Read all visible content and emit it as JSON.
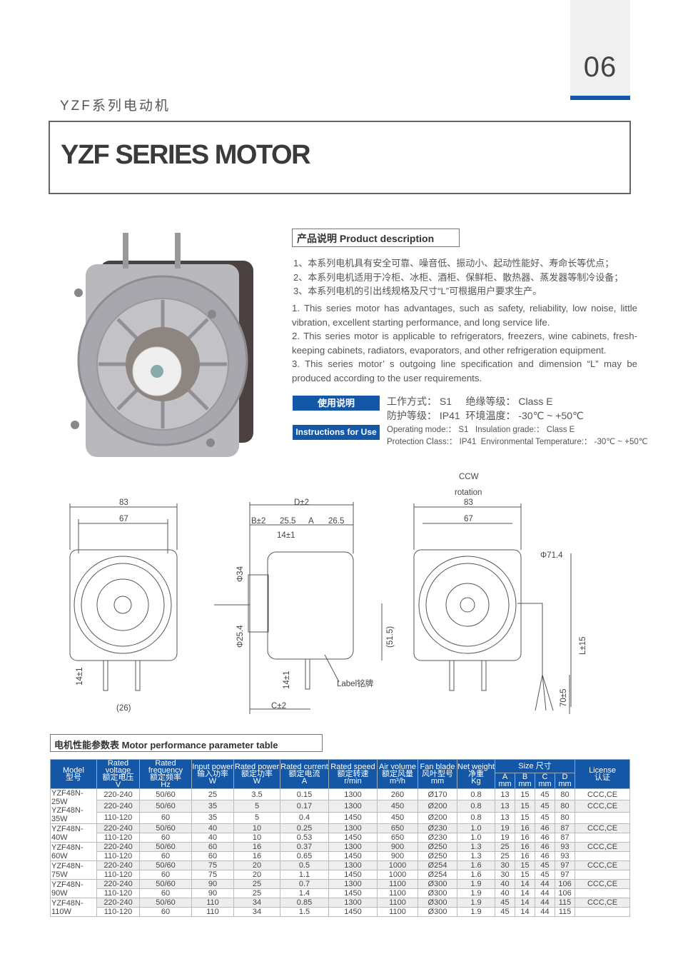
{
  "page_number": "06",
  "subtitle_cn": "YZF系列电动机",
  "title": "YZF SERIES MOTOR",
  "description": {
    "heading": "产品说明  Product description",
    "cn": [
      "1、本系列电机具有安全可靠、噪音低、振动小、起动性能好、寿命长等优点；",
      "2、本系列电机适用于冷柜、冰柜、酒柜、保鲜柜、散热器、蒸发器等制冷设备；",
      "3、本系列电机的引出线规格及尺寸“L”可根据用户要求生产。"
    ],
    "en": [
      "1. This series motor has advantages, such as safety, reliability, low noise, little vibration, excellent starting performance, and long service life.",
      "2. This series motor is applicable to refrigerators, freezers, wine cabinets, fresh-keeping cabinets, radiators, evaporators, and other refrigeration equipment.",
      "3. This series motor’ s outgoing line specification and dimension  “L”  may be produced according to the user requirements."
    ]
  },
  "instructions": {
    "btn_cn": "使用说明",
    "btn_en": "Instructions for Use",
    "cn_line1": "工作方式： S1     绝缘等级： Class E",
    "cn_line2": "防护等级： IP41  环境温度： -30℃ ~ +50℃",
    "en_line1": "Operating mode:： S1   Insulation grade:： Class E",
    "en_line2": "Protection Class:： IP41  Environmental Temperature:： -30℃ ~ +50℃"
  },
  "drawing": {
    "left": {
      "w_outer": "83",
      "w_inner": "67",
      "pin": "14±1",
      "pitch": "(26)"
    },
    "middle": {
      "d": "D±2",
      "b": "B±2",
      "d1": "25.5",
      "a": "A",
      "d2": "26.5",
      "d3": "14±1",
      "phi34": "Φ34",
      "phi25": "Φ25.4",
      "pin": "14±1",
      "c": "C±2",
      "label": "Label铭牌",
      "h": "(51.5)"
    },
    "right": {
      "ccw": "CCW",
      "rotation": "rotation",
      "w_outer": "83",
      "w_inner": "67",
      "phi": "Φ71.4",
      "l": "L±15",
      "lead": "70±5"
    }
  },
  "table": {
    "heading": "电机性能参数表  Motor performance parameter table",
    "headers": {
      "model": [
        "Model",
        "型号"
      ],
      "voltage": [
        "Rated voltage",
        "额定电压",
        "V"
      ],
      "freq": [
        "Rated frequency",
        "额定频率",
        "Hz"
      ],
      "input": [
        "Input power",
        "输入功率",
        "W"
      ],
      "rpower": [
        "Rated power",
        "额定功率",
        "W"
      ],
      "current": [
        "Rated current",
        "额定电流",
        "A"
      ],
      "speed": [
        "Rated speed",
        "额定转速",
        "r/min"
      ],
      "air": [
        "Air volume",
        "额定风量",
        "m³/h"
      ],
      "fan": [
        "Fan blade",
        "风叶型号",
        "mm"
      ],
      "weight": [
        "Net weight",
        "净重",
        "Kg"
      ],
      "size": "Size 尺寸",
      "a": [
        "A",
        "mm"
      ],
      "b": [
        "B",
        "mm"
      ],
      "c": [
        "C",
        "mm"
      ],
      "d": [
        "D",
        "mm"
      ],
      "license": [
        "License",
        "认证"
      ]
    },
    "groups": [
      {
        "model": "YZF48N-25W\nYZF48N-35W",
        "rows": [
          [
            "220-240",
            "50/60",
            "25",
            "3.5",
            "0.15",
            "1300",
            "260",
            "Ø170",
            "0.8",
            "13",
            "15",
            "45",
            "80",
            "CCC,CE"
          ],
          [
            "220-240",
            "50/60",
            "35",
            "5",
            "0.17",
            "1300",
            "450",
            "Ø200",
            "0.8",
            "13",
            "15",
            "45",
            "80",
            "CCC,CE"
          ],
          [
            "110-120",
            "60",
            "35",
            "5",
            "0.4",
            "1450",
            "450",
            "Ø200",
            "0.8",
            "13",
            "15",
            "45",
            "80",
            ""
          ]
        ]
      },
      {
        "model": "YZF48N-40W",
        "rows": [
          [
            "220-240",
            "50/60",
            "40",
            "10",
            "0.25",
            "1300",
            "650",
            "Ø230",
            "1.0",
            "19",
            "16",
            "46",
            "87",
            "CCC,CE"
          ],
          [
            "110-120",
            "60",
            "40",
            "10",
            "0.53",
            "1450",
            "650",
            "Ø230",
            "1.0",
            "19",
            "16",
            "46",
            "87",
            ""
          ]
        ]
      },
      {
        "model": "YZF48N-60W",
        "rows": [
          [
            "220-240",
            "50/60",
            "60",
            "16",
            "0.37",
            "1300",
            "900",
            "Ø250",
            "1.3",
            "25",
            "16",
            "46",
            "93",
            "CCC,CE"
          ],
          [
            "110-120",
            "60",
            "60",
            "16",
            "0.65",
            "1450",
            "900",
            "Ø250",
            "1.3",
            "25",
            "16",
            "46",
            "93",
            ""
          ]
        ]
      },
      {
        "model": "YZF48N-75W",
        "rows": [
          [
            "220-240",
            "50/60",
            "75",
            "20",
            "0.5",
            "1300",
            "1000",
            "Ø254",
            "1.6",
            "30",
            "15",
            "45",
            "97",
            "CCC,CE"
          ],
          [
            "110-120",
            "60",
            "75",
            "20",
            "1.1",
            "1450",
            "1000",
            "Ø254",
            "1.6",
            "30",
            "15",
            "45",
            "97",
            ""
          ]
        ]
      },
      {
        "model": "YZF48N-90W",
        "rows": [
          [
            "220-240",
            "50/60",
            "90",
            "25",
            "0.7",
            "1300",
            "1100",
            "Ø300",
            "1.9",
            "40",
            "14",
            "44",
            "106",
            "CCC,CE"
          ],
          [
            "110-120",
            "60",
            "90",
            "25",
            "1.4",
            "1450",
            "1100",
            "Ø300",
            "1.9",
            "40",
            "14",
            "44",
            "106",
            ""
          ]
        ]
      },
      {
        "model": "YZF48N-110W",
        "rows": [
          [
            "220-240",
            "50/60",
            "110",
            "34",
            "0.85",
            "1300",
            "1100",
            "Ø300",
            "1.9",
            "45",
            "14",
            "44",
            "115",
            "CCC,CE"
          ],
          [
            "110-120",
            "60",
            "110",
            "34",
            "1.5",
            "1450",
            "1100",
            "Ø300",
            "1.9",
            "45",
            "14",
            "44",
            "115",
            ""
          ]
        ]
      }
    ]
  },
  "colors": {
    "accent": "#1457a6"
  }
}
